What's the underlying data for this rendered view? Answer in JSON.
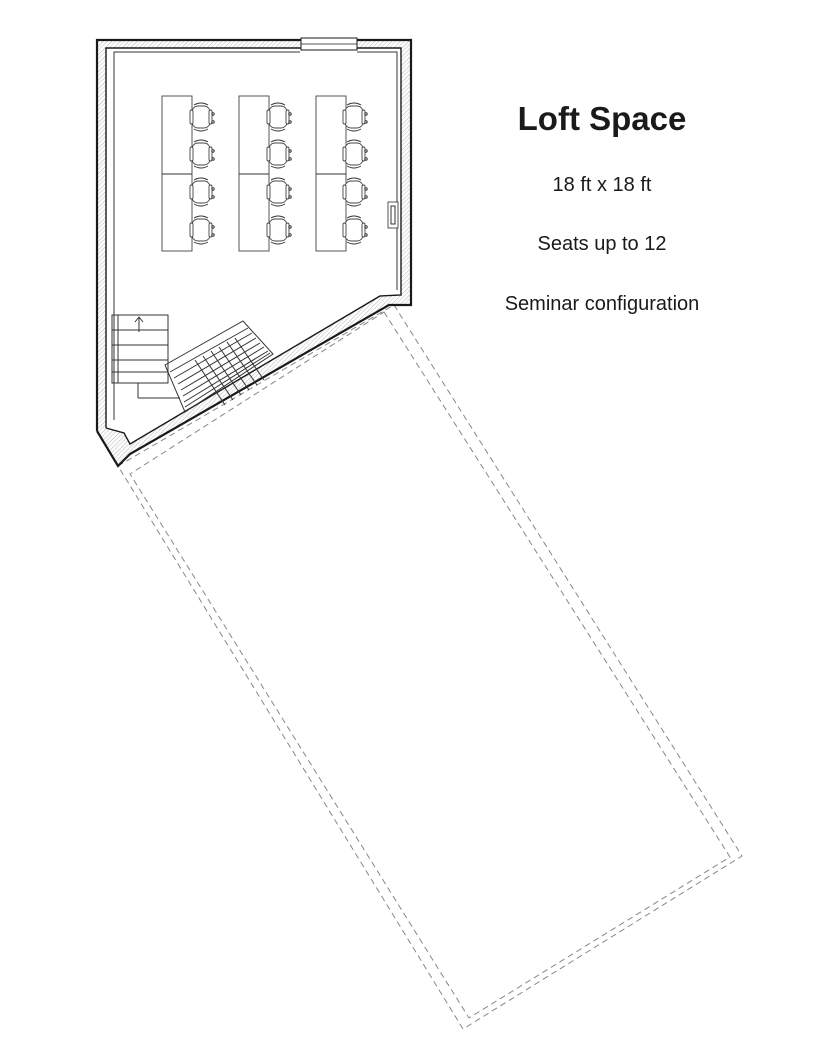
{
  "plan": {
    "title": "Loft Space",
    "dimensions": "18 ft x 18 ft",
    "capacity": "Seats up to 12",
    "configuration": "Seminar configuration"
  },
  "furniture": {
    "table_columns": 3,
    "chairs_per_column": 4
  }
}
